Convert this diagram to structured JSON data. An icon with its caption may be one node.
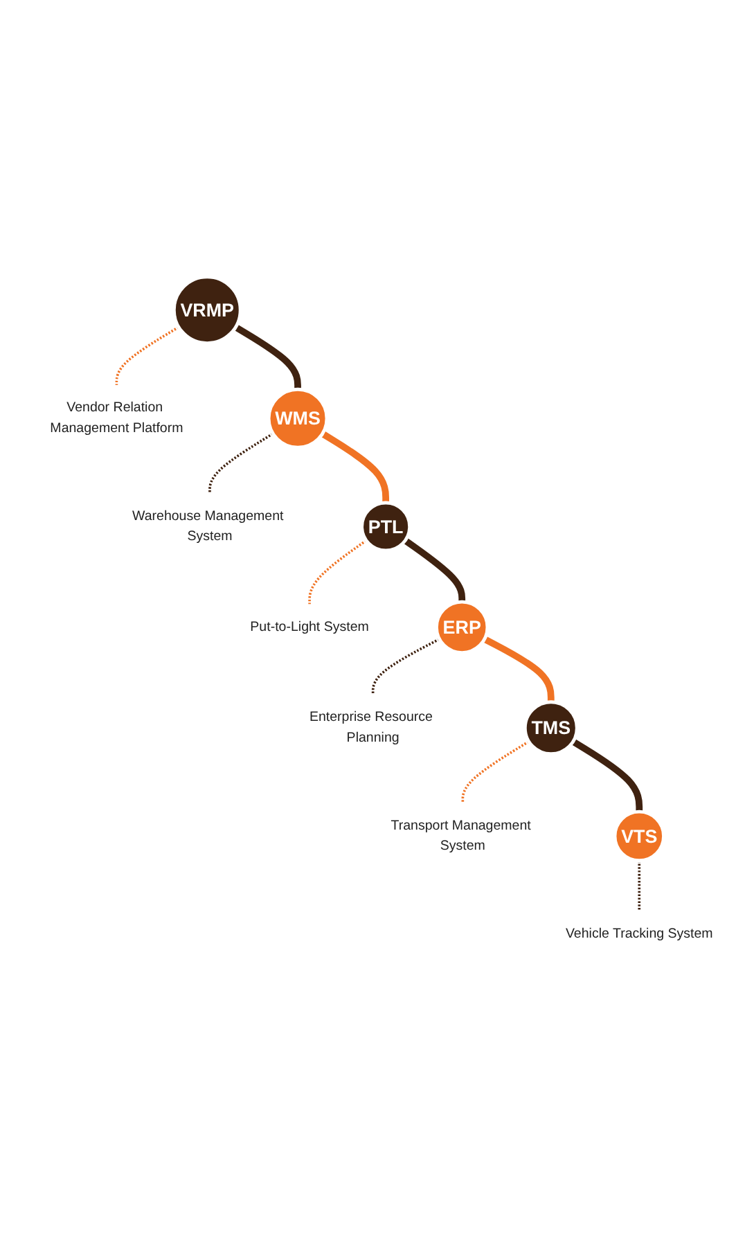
{
  "diagram": {
    "nodes": [
      {
        "text": [
          "VRMP"
        ]
      },
      {
        "text": [
          "Vendor Relation Management Platform"
        ]
      },
      {
        "text": [
          "WMS"
        ]
      },
      {
        "text": [
          "Warehouse Management System"
        ]
      },
      {
        "text": [
          "PTL"
        ]
      },
      {
        "text": [
          "Put-to-Light System"
        ]
      },
      {
        "text": [
          "ERP"
        ]
      },
      {
        "text": [
          "Enterprise Resource Planning"
        ]
      },
      {
        "text": [
          "TMS"
        ]
      },
      {
        "text": [
          "Transport Management System"
        ]
      },
      {
        "text": [
          "VTS"
        ]
      },
      {
        "text": [
          "Vehicle Tracking System"
        ]
      }
    ],
    "edges": [
      {
        "from": 0,
        "to": 1,
        "arrow": "none",
        "style": "dashed",
        "color": "#f07324"
      },
      {
        "from": 0,
        "to": 2,
        "arrow": "none",
        "style": "thick",
        "color": "#3f2210"
      },
      {
        "from": 2,
        "to": 3,
        "arrow": "none",
        "style": "dashed",
        "color": "#3f2210"
      },
      {
        "from": 2,
        "to": 4,
        "arrow": "none",
        "style": "thick",
        "color": "#f07324"
      },
      {
        "from": 4,
        "to": 5,
        "arrow": "none",
        "style": "dashed",
        "color": "#f07324"
      },
      {
        "from": 4,
        "to": 6,
        "arrow": "none",
        "style": "thick",
        "color": "#3f2210"
      },
      {
        "from": 6,
        "to": 7,
        "arrow": "none",
        "style": "dashed",
        "color": "#3f2210"
      },
      {
        "from": 6,
        "to": 8,
        "arrow": "none",
        "style": "thick",
        "color": "#f07324"
      },
      {
        "from": 8,
        "to": 9,
        "arrow": "none",
        "style": "dashed",
        "color": "#f07324"
      },
      {
        "from": 8,
        "to": 10,
        "arrow": "none",
        "style": "thick",
        "color": "#3f2210"
      },
      {
        "from": 10,
        "to": 11,
        "arrow": "none",
        "style": "dashed",
        "color": "#3f2210"
      }
    ]
  }
}
